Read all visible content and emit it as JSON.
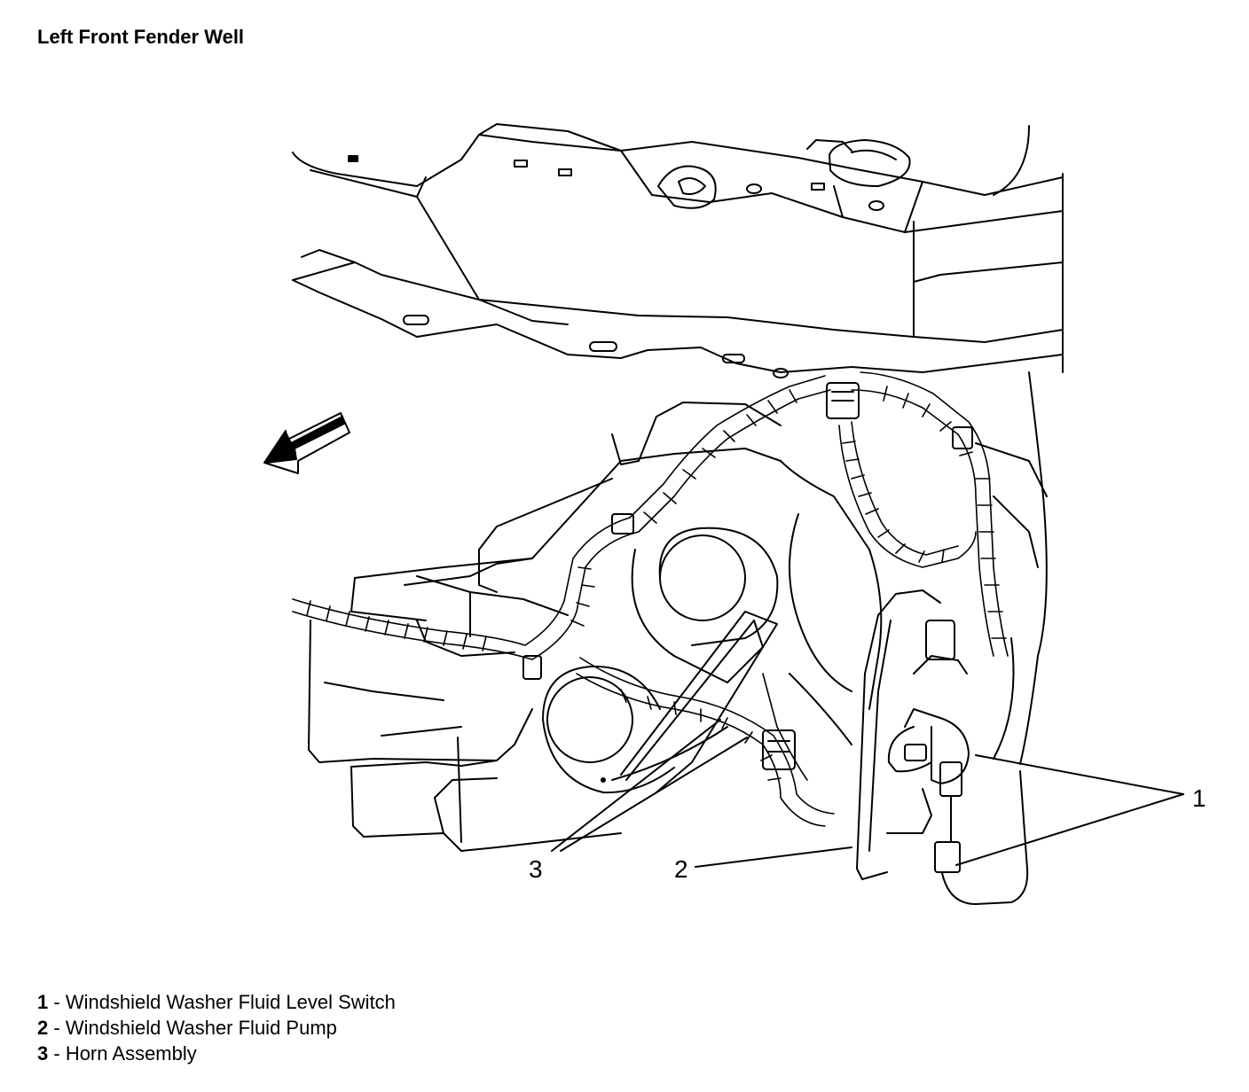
{
  "title": "Left Front Fender Well",
  "callouts": [
    {
      "num": "1",
      "label": "Windshield Washer Fluid Level Switch"
    },
    {
      "num": "2",
      "label": "Windshield Washer Fluid Pump"
    },
    {
      "num": "3",
      "label": "Horn Assembly"
    }
  ],
  "sep": " - "
}
